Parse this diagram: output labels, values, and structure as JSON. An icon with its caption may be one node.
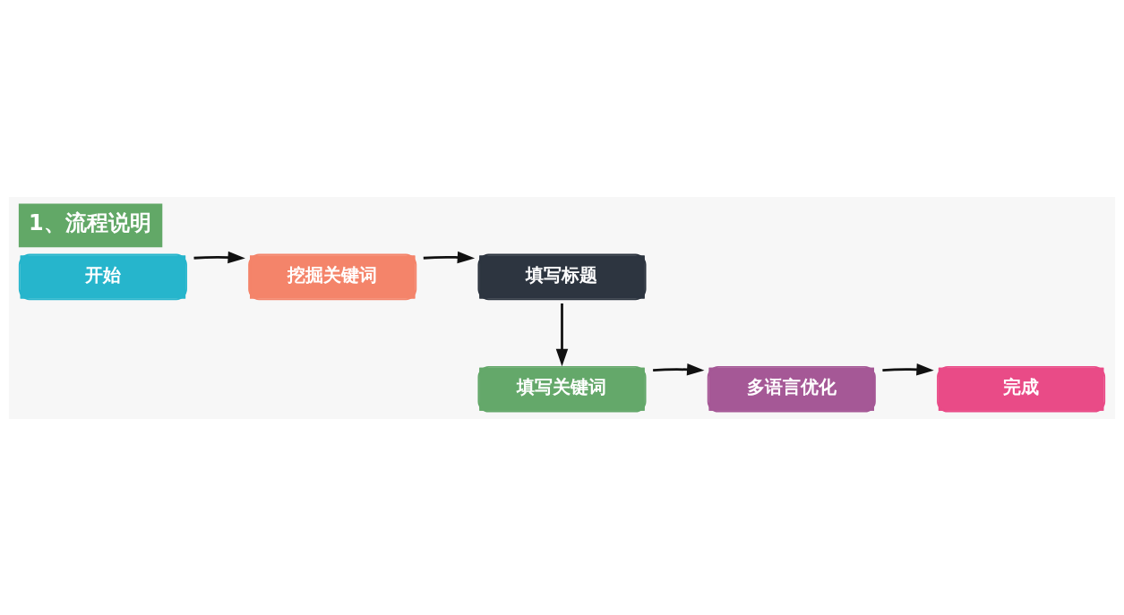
{
  "diagram": {
    "title": "1、流程说明",
    "nodes": [
      {
        "text": [
          "开始"
        ]
      },
      {
        "text": [
          "挖掘关键词"
        ]
      },
      {
        "text": [
          "填写标题"
        ]
      },
      {
        "text": [
          "完成"
        ]
      },
      {
        "text": [
          "多语言优化"
        ]
      },
      {
        "text": [
          "填写关键词"
        ]
      }
    ],
    "edges": [
      {
        "from": 0,
        "to": 1,
        "arrow": "to"
      },
      {
        "from": 1,
        "to": 2,
        "arrow": "to"
      },
      {
        "from": 2,
        "to": 5,
        "arrow": "to"
      },
      {
        "from": 5,
        "to": 4,
        "arrow": "to"
      },
      {
        "from": 4,
        "to": 3,
        "arrow": "to"
      }
    ]
  }
}
